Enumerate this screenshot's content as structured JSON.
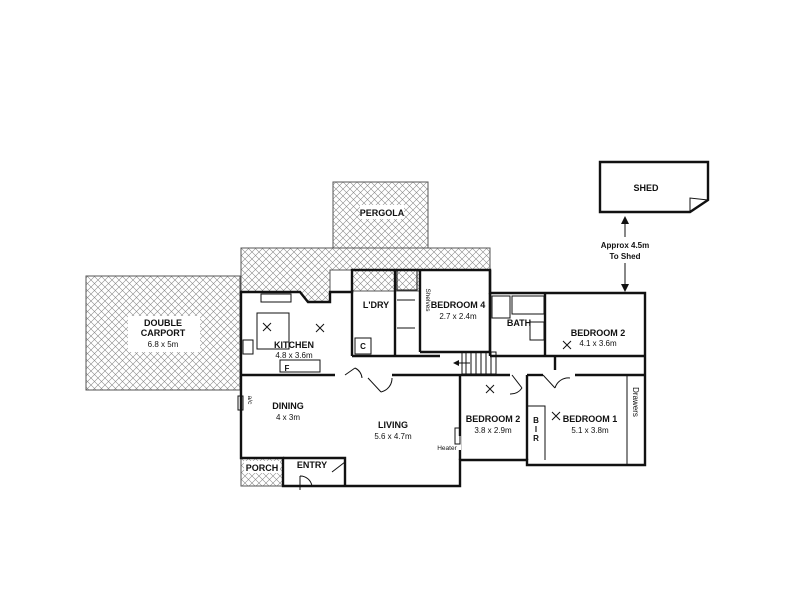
{
  "rooms": {
    "shed": "SHED",
    "shed_distance_line1": "Approx 4.5m",
    "shed_distance_line2": "To Shed",
    "pergola": "PERGOLA",
    "carport_line1": "DOUBLE",
    "carport_line2": "CARPORT",
    "carport_dim": "6.8 x 5m",
    "kitchen": "KITCHEN",
    "kitchen_dim": "4.8 x 3.6m",
    "fridge": "F",
    "laundry": "L'DRY",
    "cupboard": "C",
    "shelves": "Shelves",
    "bedroom4": "BEDROOM 4",
    "bedroom4_dim": "2.7 x 2.4m",
    "bath": "BATH",
    "bedroom2_east": "BEDROOM 2",
    "bedroom2_east_dim": "4.1 x 3.6m",
    "dining": "DINING",
    "dining_dim": "4 x 3m",
    "aircon": "a/c",
    "living": "LIVING",
    "living_dim": "5.6 x 4.7m",
    "heater": "Heater",
    "bedroom2_mid": "BEDROOM 2",
    "bedroom2_mid_dim": "3.8 x 2.9m",
    "bir_b": "B",
    "bir_i": "I",
    "bir_r": "R",
    "bedroom1": "BEDROOM 1",
    "bedroom1_dim": "5.1 x 3.8m",
    "drawers": "Drawers",
    "porch": "PORCH",
    "entry": "ENTRY"
  },
  "colors": {
    "wall": "#111111",
    "hatch": "#777777",
    "background": "#ffffff"
  }
}
